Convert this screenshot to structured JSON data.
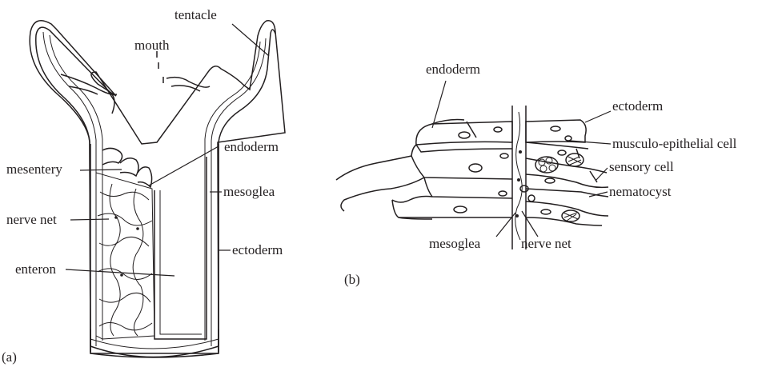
{
  "panel_a": {
    "tag": "(a)",
    "labels": {
      "tentacle": "tentacle",
      "mouth": "mouth",
      "endoderm": "endoderm",
      "mesentery": "mesentery",
      "mesoglea": "mesoglea",
      "nerve_net": "nerve net",
      "ectoderm": "ectoderm",
      "enteron": "enteron"
    }
  },
  "panel_b": {
    "tag": "(b)",
    "labels": {
      "endoderm": "endoderm",
      "ectoderm": "ectoderm",
      "musculo_epithelial_cell": "musculo-epithelial cell",
      "sensory_cell": "sensory cell",
      "nematocyst": "nematocyst",
      "mesoglea": "mesoglea",
      "nerve_net": "nerve net"
    }
  }
}
